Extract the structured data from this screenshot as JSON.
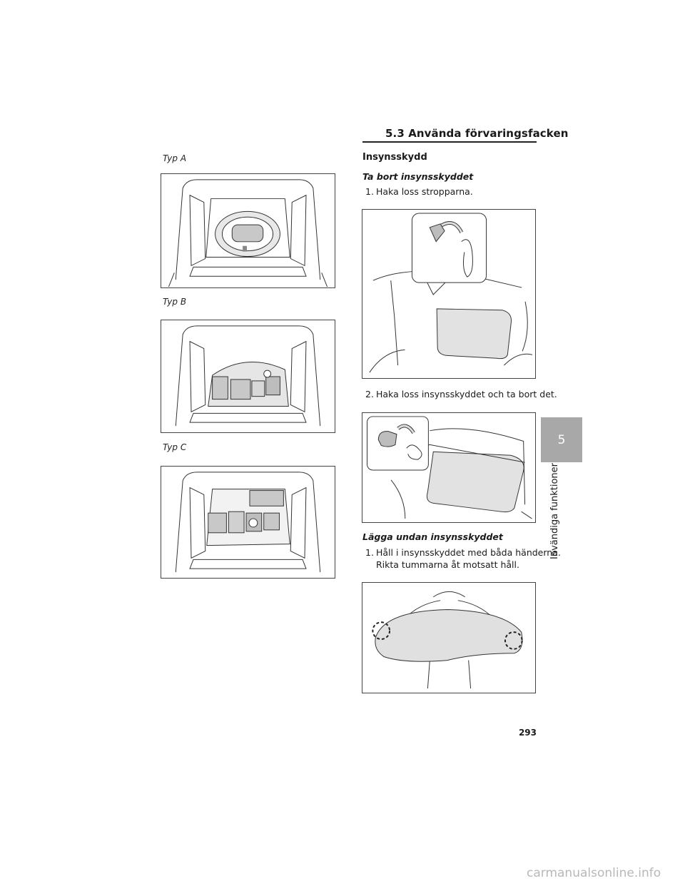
{
  "header": {
    "title": "5.3 Använda förvaringsfacken"
  },
  "left": {
    "types": [
      {
        "label": "Typ A"
      },
      {
        "label": "Typ B"
      },
      {
        "label": "Typ C"
      }
    ]
  },
  "right": {
    "section_title": "Insynsskydd",
    "remove": {
      "title": "Ta bort insynsskyddet",
      "steps": [
        {
          "num": "1.",
          "text": "Haka loss stropparna."
        },
        {
          "num": "2.",
          "text": "Haka loss insynsskyddet och ta bort det."
        }
      ]
    },
    "stow": {
      "title": "Lägga undan insynsskyddet",
      "steps": [
        {
          "num": "1.",
          "line1": "Håll i insynsskyddet med båda händerna.",
          "line2": "Rikta tummarna åt motsatt håll."
        }
      ]
    }
  },
  "sidebar": {
    "chapter_number": "5",
    "chapter_title": "Invändiga funktioner"
  },
  "footer": {
    "page_number": "293"
  },
  "watermark": {
    "text": "carmanualsonline.info"
  }
}
